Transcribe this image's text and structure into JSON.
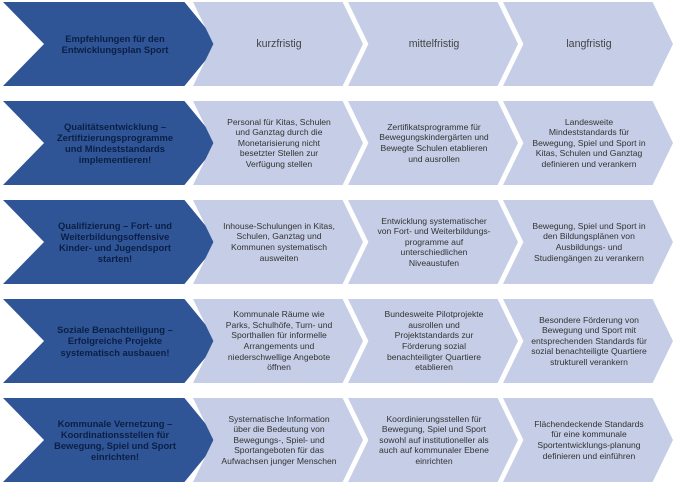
{
  "header": {
    "title": "Empfehlungen für den Entwicklungsplan Sport",
    "columns": [
      "kurzfristig",
      "mittelfristig",
      "langfristig"
    ]
  },
  "rows": [
    {
      "title": "Qualitätsentwicklung – Zertifizierungsprogramme und Mindeststandards implementieren!",
      "cells": [
        "Personal für Kitas, Schulen und Ganztag durch die Monetarisierung nicht besetzter Stellen zur Verfügung stellen",
        "Zertifikatsprogramme für Bewegungskindergärten und Bewegte Schulen etablieren und ausrollen",
        "Landesweite Mindeststandards für Bewegung, Spiel und Sport in Kitas, Schulen und Ganztag definieren und verankern"
      ]
    },
    {
      "title": "Qualifizierung – Fort- und Weiterbildungsoffensive Kinder- und Jugendsport starten!",
      "cells": [
        "Inhouse-Schulungen in Kitas, Schulen, Ganztag und Kommunen systematisch ausweiten",
        "Entwicklung systematischer von Fort- und Weiterbildungs-programme auf unterschiedlichen Niveaustufen",
        "Bewegung, Spiel und Sport in den Bildungsplänen von Ausbildungs- und Studiengängen zu verankern"
      ]
    },
    {
      "title": "Soziale Benachteiligung – Erfolgreiche Projekte systematisch ausbauen!",
      "cells": [
        "Kommunale Räume wie Parks, Schulhöfe, Turn- und Sporthallen für informelle Arrangements und niederschwellige Angebote öffnen",
        "Bundesweite Pilotprojekte ausrollen und Projektstandards zur Förderung sozial benachteiligter Quartiere etablieren",
        "Besondere Förderung von Bewegung und Sport mit entsprechenden Standards für sozial benachteiligte Quartiere strukturell verankern"
      ]
    },
    {
      "title": "Kommunale Vernetzung – Koordinationsstellen für Bewegung, Spiel und Sport einrichten!",
      "cells": [
        "Systematische Information über die Bedeutung von Bewegungs-, Spiel- und Sportangeboten für das Aufwachsen junger Menschen",
        "Koordinierungsstellen für Bewegung, Spiel und Sport sowohl auf institutioneller als auch auf kommunaler Ebene einrichten",
        "Flächendeckende Standards für eine kommunale Sportentwicklungs-planung definieren und einführen"
      ]
    }
  ],
  "colors": {
    "head": "#2f5597",
    "cell": "#c5cee6"
  }
}
